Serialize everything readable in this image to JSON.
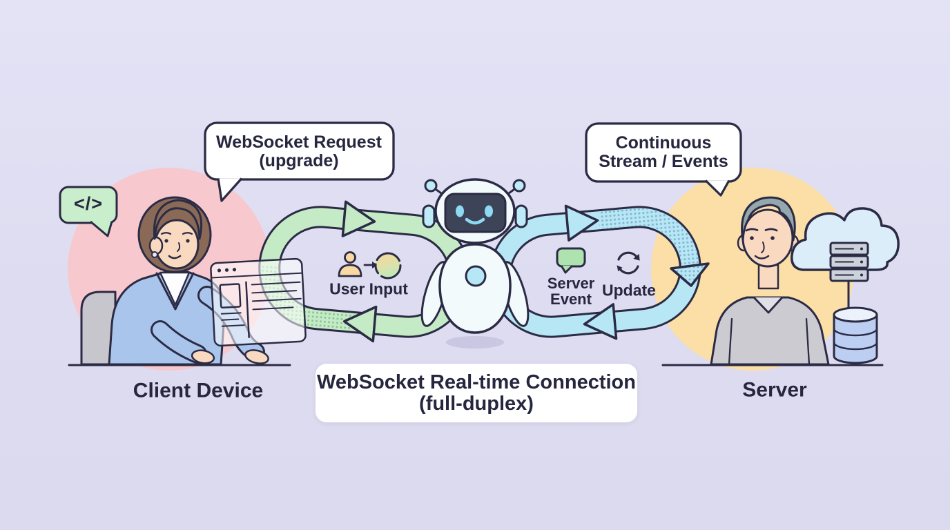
{
  "colors": {
    "bg": "#dedcf0",
    "ink": "#26263e",
    "outline": "#2b2b45",
    "pink_circle": "#f7c9ce",
    "orange_circle": "#fbdfa6",
    "green_band": "#c5ebc6",
    "blue_band": "#b7e6f4",
    "bubble_green": "#c9eecb",
    "robot_screen": "#3e4457",
    "robot_accent": "#8ed9f3"
  },
  "client": {
    "label": "Client Device",
    "code_bubble_text": "</>",
    "speech_line1": "WebSocket Request",
    "speech_line2": "(upgrade)"
  },
  "server": {
    "label": "Server",
    "speech_line1": "Continuous",
    "speech_line2": "Stream / Events"
  },
  "flow": {
    "user_input_label": "User Input",
    "server_event_line1": "Server",
    "server_event_line2": "Event",
    "update_label": "Update"
  },
  "footer": {
    "line1": "WebSocket Real-time Connection",
    "line2": "(full-duplex)"
  }
}
